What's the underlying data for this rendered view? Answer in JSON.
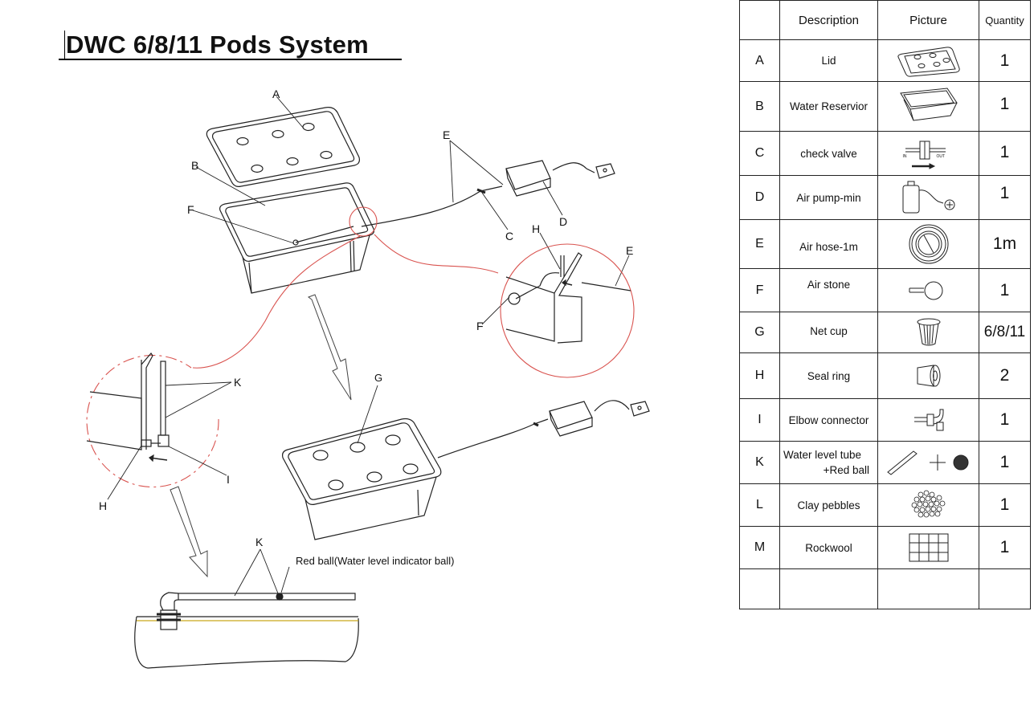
{
  "title": "DWC 6/8/11 Pods System",
  "labels": {
    "A": "A",
    "B": "B",
    "C": "C",
    "D": "D",
    "E": "E",
    "F": "F",
    "G": "G",
    "H": "H",
    "I": "I",
    "K": "K",
    "red_ball": "Red ball(Water level indicator ball)"
  },
  "table": {
    "headers": [
      "Description",
      "Picture",
      "Quantity"
    ],
    "rows": [
      {
        "letter": "A",
        "description": "Lid",
        "icon": "lid-icon",
        "quantity": "1"
      },
      {
        "letter": "B",
        "description": "Water Reservior",
        "icon": "reservoir-icon",
        "quantity": "1"
      },
      {
        "letter": "C",
        "description": "check valve",
        "icon": "check-valve-icon",
        "quantity": "1",
        "icon_text": {
          "in": "IN",
          "out": "OUT"
        }
      },
      {
        "letter": "D",
        "description": "Air pump-min",
        "icon": "air-pump-icon",
        "quantity": "1"
      },
      {
        "letter": "E",
        "description": "Air hose-1m",
        "icon": "air-hose-icon",
        "quantity": "1m"
      },
      {
        "letter": "F",
        "description": "Air stone",
        "icon": "air-stone-icon",
        "quantity": "1"
      },
      {
        "letter": "G",
        "description": "Net cup",
        "icon": "net-cup-icon",
        "quantity": "6/8/11"
      },
      {
        "letter": "H",
        "description": "Seal ring",
        "icon": "seal-ring-icon",
        "quantity": "2"
      },
      {
        "letter": "I",
        "description": "Elbow connector",
        "icon": "elbow-connector-icon",
        "quantity": "1"
      },
      {
        "letter": "K",
        "description_line1": "Water level tube",
        "description_line2": "+Red ball",
        "icon": "water-level-tube-icon",
        "quantity": "1"
      },
      {
        "letter": "L",
        "description": "Clay pebbles",
        "icon": "clay-pebbles-icon",
        "quantity": "1"
      },
      {
        "letter": "M",
        "description": "Rockwool",
        "icon": "rockwool-icon",
        "quantity": "1"
      },
      {
        "letter": "",
        "description": "",
        "icon": "",
        "quantity": ""
      }
    ]
  },
  "colors": {
    "line": "#222222",
    "callout": "#d9534f",
    "arrow": "#444444"
  }
}
